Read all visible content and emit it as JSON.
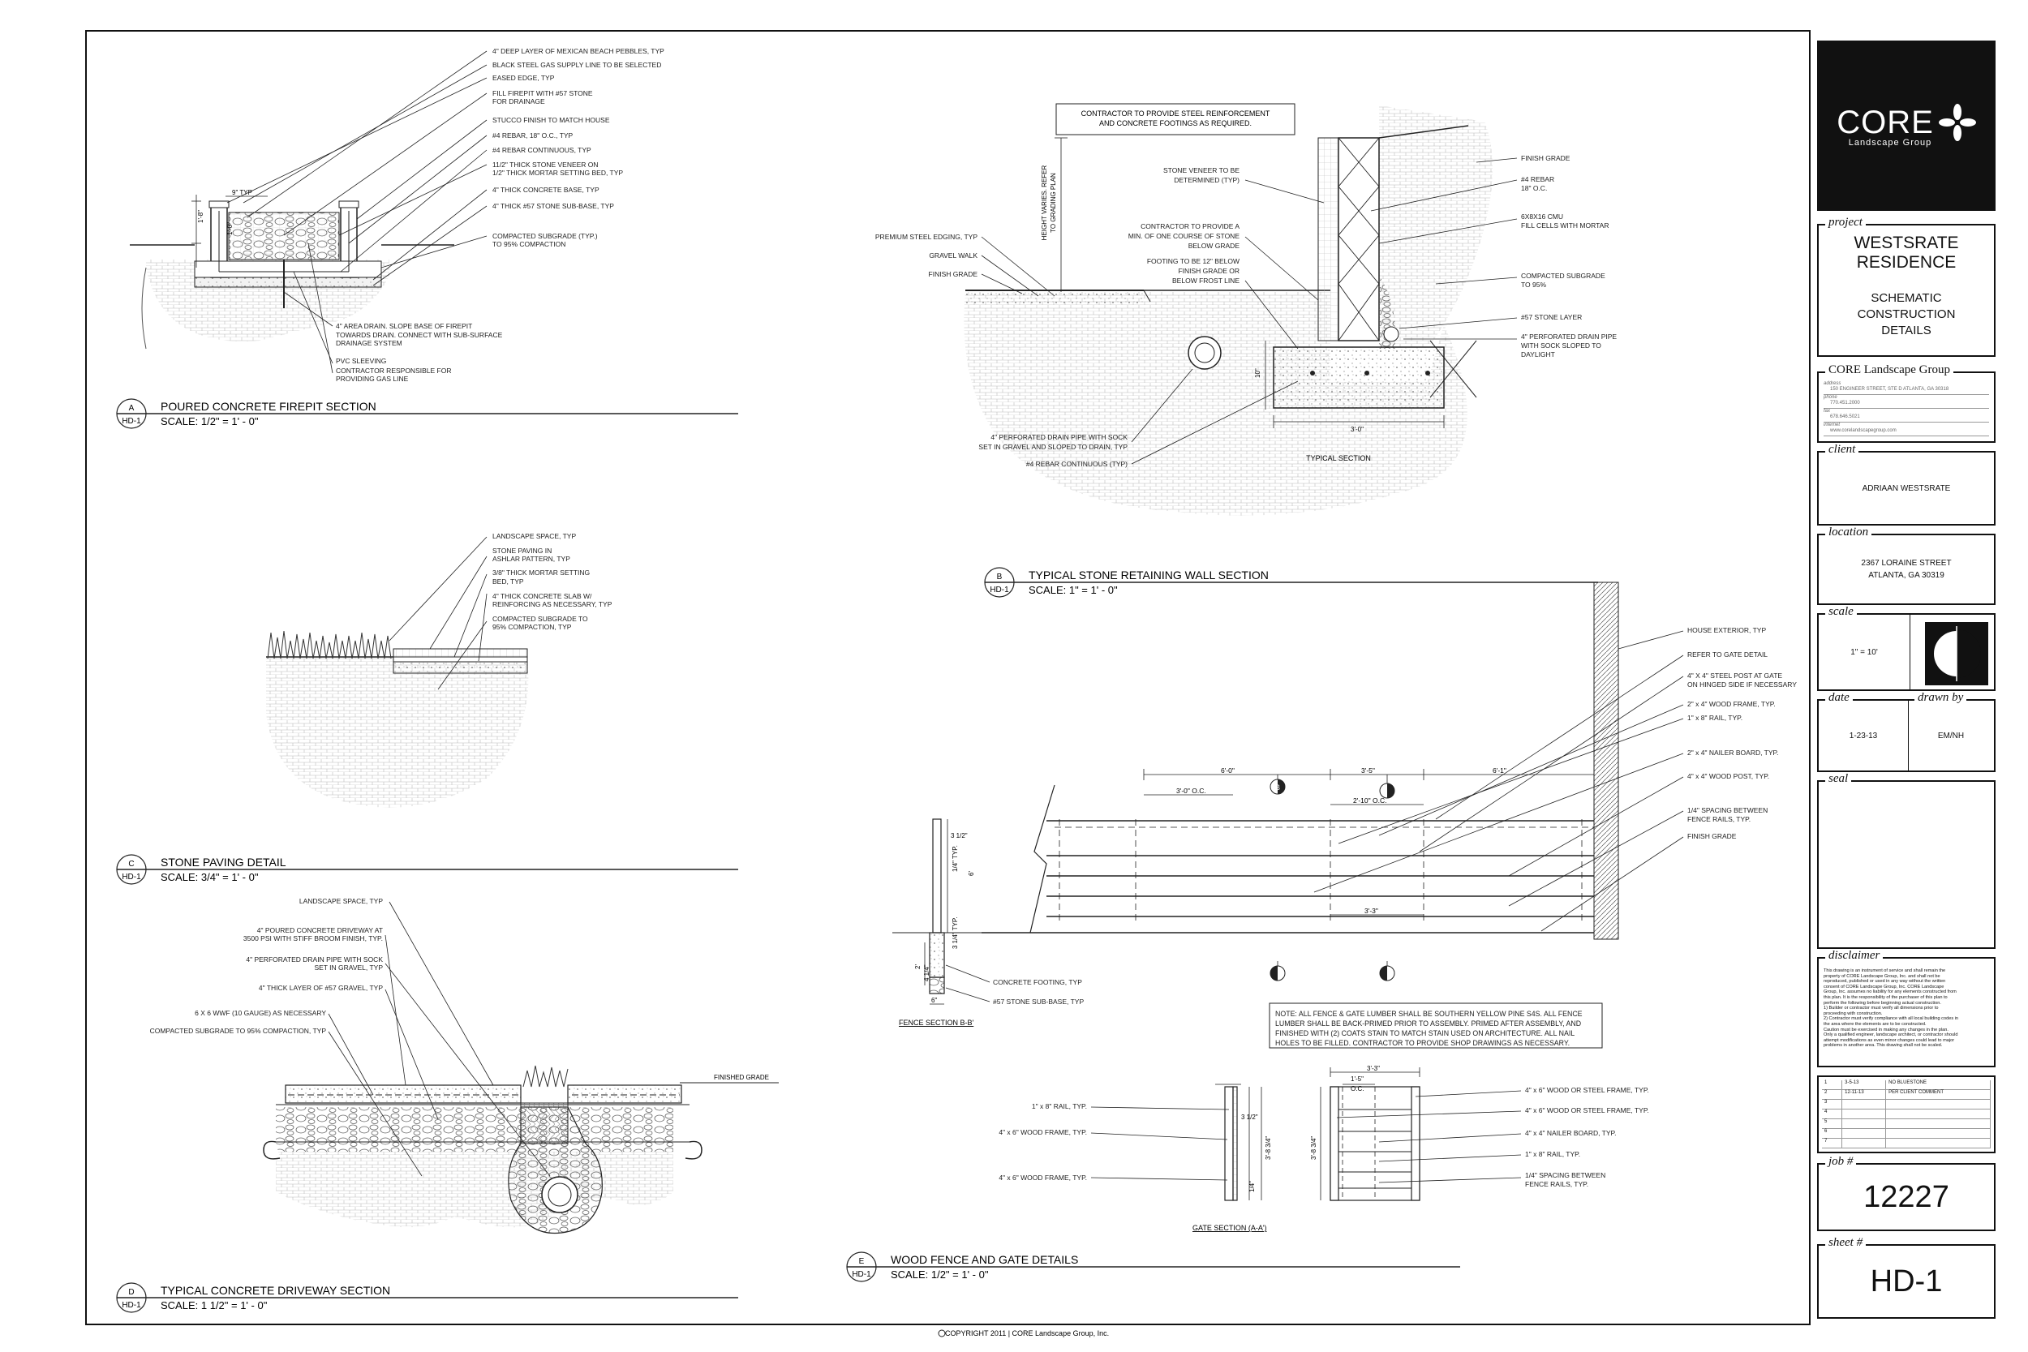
{
  "details": {
    "a": {
      "letter": "A",
      "sheet": "HD-1",
      "title": "POURED CONCRETE FIREPIT SECTION",
      "scale": "SCALE: 1/2\" = 1' - 0\"",
      "dims": {
        "typ": "9\" TYP",
        "h1": "1'-8\"",
        "h2": "1'-0\""
      },
      "notes": [
        "4\" DEEP LAYER OF MEXICAN BEACH PEBBLES, TYP",
        "BLACK STEEL GAS SUPPLY LINE TO BE SELECTED",
        "EASED EDGE, TYP",
        "FILL FIREPIT WITH #57 STONE",
        "FOR DRAINAGE",
        "STUCCO FINISH TO MATCH HOUSE",
        "#4 REBAR, 18\" O.C., TYP",
        "#4 REBAR CONTINUOUS, TYP",
        "11/2\" THICK STONE VENEER ON",
        "1/2\" THICK MORTAR SETTING BED, TYP",
        "4\" THICK CONCRETE BASE, TYP",
        "4\" THICK #57 STONE SUB-BASE, TYP",
        "COMPACTED SUBGRADE (TYP.)",
        "TO 95% COMPACTION"
      ],
      "bottom_notes": [
        "4\" AREA DRAIN. SLOPE BASE OF FIREPIT",
        "TOWARDS DRAIN. CONNECT WITH SUB-SURFACE",
        "DRAINAGE SYSTEM",
        "PVC SLEEVING",
        "CONTRACTOR RESPONSIBLE FOR",
        "PROVIDING GAS LINE"
      ]
    },
    "b": {
      "letter": "B",
      "sheet": "HD-1",
      "title": "TYPICAL STONE RETAINING WALL SECTION",
      "scale": "SCALE: 1\" = 1' - 0\"",
      "box_note": [
        "CONTRACTOR TO PROVIDE STEEL REINFORCEMENT",
        "AND CONCRETE FOOTINGS AS REQUIRED."
      ],
      "vertical_note": [
        "HEIGHT VARIES. REFER",
        "TO GRADING PLAN"
      ],
      "left_notes": [
        "PREMIUM STEEL EDGING, TYP",
        "GRAVEL WALK",
        "FINISH GRADE"
      ],
      "mid_notes": [
        "STONE VENEER TO BE",
        "DETERMINED (TYP)",
        "CONTRACTOR TO PROVIDE A",
        "MIN. OF ONE COURSE OF STONE",
        "BELOW GRADE",
        "FOOTING TO BE 12\" BELOW",
        "FINISH GRADE OR",
        "BELOW FROST LINE"
      ],
      "right_notes": [
        "FINISH GRADE",
        "#4 REBAR",
        "18\" O.C.",
        "6X8X16 CMU",
        "FILL CELLS WITH MORTAR",
        "COMPACTED SUBGRADE",
        "TO 95%",
        "#57 STONE LAYER",
        "4\" PERFORATED DRAIN PIPE",
        "WITH SOCK SLOPED TO",
        "DAYLIGHT"
      ],
      "bottom_notes": [
        "4\" PERFORATED DRAIN PIPE WITH SOCK",
        "SET IN GRAVEL AND SLOPED TO DRAIN, TYP",
        "#4 REBAR CONTINUOUS (TYP)"
      ],
      "dims": {
        "h": "10\"",
        "w": "3'-0\""
      },
      "section": "TYPICAL SECTION"
    },
    "c": {
      "letter": "C",
      "sheet": "HD-1",
      "title": "STONE PAVING DETAIL",
      "scale": "SCALE: 3/4\" = 1' - 0\"",
      "notes": [
        "LANDSCAPE SPACE, TYP",
        "STONE PAVING IN",
        "ASHLAR PATTERN, TYP",
        "3/8\" THICK MORTAR SETTING",
        "BED, TYP",
        "4\" THICK CONCRETE SLAB W/",
        "REINFORCING AS NECESSARY, TYP",
        "COMPACTED SUBGRADE TO",
        "95% COMPACTION, TYP"
      ]
    },
    "d": {
      "letter": "D",
      "sheet": "HD-1",
      "title": "TYPICAL CONCRETE DRIVEWAY SECTION",
      "scale": "SCALE: 1 1/2\" = 1' - 0\"",
      "notes": [
        "LANDSCAPE SPACE, TYP",
        "4\" POURED CONCRETE DRIVEWAY AT",
        "3500 PSI WITH STIFF BROOM FINISH, TYP.",
        "4\" PERFORATED DRAIN PIPE WITH SOCK",
        "SET IN GRAVEL, TYP",
        "4\" THICK LAYER OF #57 GRAVEL, TYP",
        "6 X 6 WWF (10 GAUGE) AS NECESSARY",
        "COMPACTED SUBGRADE TO 95% COMPACTION, TYP"
      ],
      "finished_grade": "FINISHED GRADE"
    },
    "e": {
      "letter": "E",
      "sheet": "HD-1",
      "title": "WOOD FENCE AND GATE DETAILS",
      "scale": "SCALE: 1/2\" = 1' - 0\"",
      "right_notes": [
        "HOUSE EXTERIOR, TYP",
        "REFER TO GATE DETAIL",
        "4\" X 4\" STEEL POST AT GATE",
        "ON HINGED SIDE IF NECESSARY",
        "2\" x 4\" WOOD FRAME, TYP.",
        "1\" x 8\" RAIL, TYP.",
        "2\" x 4\" NAILER BOARD, TYP.",
        "4\" x 4\" WOOD POST, TYP.",
        "1/4\" SPACING BETWEEN",
        "FENCE RAILS, TYP.",
        "FINISH GRADE"
      ],
      "dims": {
        "d1": "6'-0\"",
        "d2": "3'-0\" O.C.",
        "d3": "3'-5\"",
        "d4": "2'-10\" O.C.",
        "d5": "6'-1\"",
        "d6": "3'-3\"",
        "s1": "3 1/2\"",
        "s2": "1/4\" TYP.",
        "s3": "3 1/4\" TYP.",
        "s4": "6'",
        "s5": "2'",
        "s6": "4 1/4\"",
        "s7": "6\""
      },
      "section_marker": "B",
      "section_label": "FENCE SECTION B-B'",
      "footing_notes": [
        "CONCRETE FOOTING, TYP",
        "#57 STONE SUB-BASE, TYP"
      ],
      "note": [
        "NOTE: ALL FENCE & GATE LUMBER SHALL BE SOUTHERN YELLOW PINE S4S. ALL FENCE",
        "LUMBER SHALL BE BACK-PRIMED PRIOR TO ASSEMBLY. PRIMED AFTER ASSEMBLY, AND",
        "FINISHED WITH (2) COATS STAIN TO MATCH STAIN USED ON ARCHITECTURE. ALL NAIL",
        "HOLES TO BE FILLED. CONTRACTOR TO PROVIDE SHOP DRAWINGS AS NECESSARY."
      ],
      "gate_left_notes": [
        "1\" x 8\" RAIL, TYP.",
        "4\" x 6\" WOOD FRAME, TYP.",
        "4\" x 6\" WOOD FRAME, TYP."
      ],
      "gate_right_notes": [
        "4\" x 6\" WOOD OR STEEL FRAME, TYP.",
        "4\" x 6\" WOOD OR STEEL FRAME, TYP.",
        "4\" x 4\" NAILER BOARD, TYP.",
        "1\" x 8\" RAIL, TYP.",
        "1/4\" SPACING BETWEEN",
        "FENCE RAILS, TYP."
      ],
      "gate_dims": {
        "g1": "3'-3\"",
        "g2": "1'-5\"",
        "g3": "O.C.",
        "g4": "3 1/2\"",
        "g5": "3'-8 3/4\"",
        "g6": "3'-8 3/4\"",
        "g7": "1/4\""
      },
      "gate_label": "GATE SECTION (A-A')"
    }
  },
  "title_block": {
    "logo": {
      "word": "CORE",
      "sub": "Landscape Group"
    },
    "project_label": "project",
    "project_name": [
      "WESTSRATE",
      "RESIDENCE"
    ],
    "drawing_title": [
      "SCHEMATIC",
      "CONSTRUCTION",
      "DETAILS"
    ],
    "firm_label": "CORE Landscape Group",
    "firm_rows": [
      {
        "k": "address",
        "v": "150 ENGINEER STREET, STE D    ATLANTA, GA 30318"
      },
      {
        "k": "phone",
        "v": "770.451.2000"
      },
      {
        "k": "fax",
        "v": "678.646.5021"
      },
      {
        "k": "internet",
        "v": "www.corelandscapegroup.com"
      }
    ],
    "client_label": "client",
    "client": "ADRIAAN WESTSRATE",
    "location_label": "location",
    "location": [
      "2367 LORAINE STREET",
      "ATLANTA, GA 30319"
    ],
    "scale_label": "scale",
    "scale": "1\" = 10'",
    "date_label": "date",
    "date": "1-23-13",
    "drawn_label": "drawn by",
    "drawn": "EM/NH",
    "seal_label": "seal",
    "disclaimer_label": "disclaimer",
    "disclaimer": [
      "This drawing is an instrument of service and shall remain the",
      "property of CORE Landscape Group, Inc. and shall not be",
      "reproduced, published or used in any way without the written",
      "consent of CORE Landscape Group, Inc. CORE Landscape",
      "Group, Inc. assumes no liability for any elements constructed from",
      "this plan. It is the responsibility of the purchaser of this plan to",
      "perform the following before beginning actual construction.",
      "1) Builder or contractor must verify all dimensions prior to",
      "proceeding with construction.",
      "2) Contractor must verify compliance with all local building codes in",
      "the area where the elements are to be constructed.",
      "Caution must be exercised in making any changes in the plan.",
      "Only a qualified engineer, landscape architect, or contractor should",
      "attempt modifications as even minor changes could lead to major",
      "problems in another area. This drawing shall not be scaled."
    ],
    "revisions": [
      {
        "n": "1",
        "date": "3-5-13",
        "desc": "NO BLUESTONE"
      },
      {
        "n": "2",
        "date": "12-11-13",
        "desc": "PER CLIENT COMMENT"
      },
      {
        "n": "3",
        "date": "",
        "desc": ""
      },
      {
        "n": "4",
        "date": "",
        "desc": ""
      },
      {
        "n": "5",
        "date": "",
        "desc": ""
      },
      {
        "n": "6",
        "date": "",
        "desc": ""
      },
      {
        "n": "7",
        "date": "",
        "desc": ""
      }
    ],
    "job_label": "job #",
    "job": "12227",
    "sheet_label": "sheet #",
    "sheet": "HD-1"
  },
  "copyright": "COPYRIGHT 2011  |  CORE Landscape Group, Inc."
}
